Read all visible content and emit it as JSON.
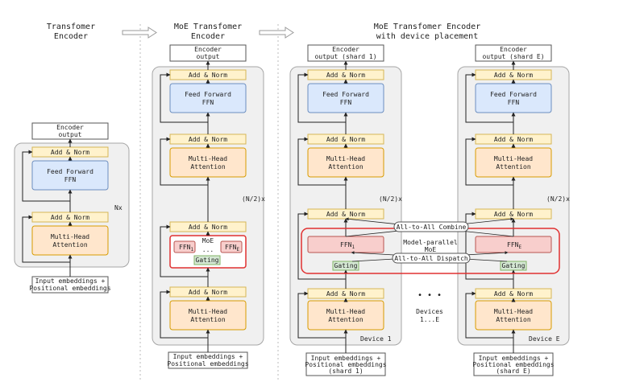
{
  "titles": {
    "col1": [
      "Transfomer",
      "Encoder"
    ],
    "col2": [
      "MoE Transfomer",
      "Encoder"
    ],
    "col3": [
      "MoE Transfomer Encoder",
      "with device placement"
    ]
  },
  "labels": {
    "encoder_output": [
      "Encoder",
      "output"
    ],
    "encoder_output_shard1": [
      "Encoder",
      "output (shard 1)"
    ],
    "encoder_output_shardE": [
      "Encoder",
      "output (shard E)"
    ],
    "add_norm": "Add & Norm",
    "feed_forward": [
      "Feed Forward",
      "FFN"
    ],
    "multi_head": [
      "Multi-Head",
      "Attention"
    ],
    "input_embeddings": [
      "Input embeddings +",
      "Positional embeddings"
    ],
    "input_embeddings_shard1": [
      "Input embeddings +",
      "Positional embeddings",
      "(shard 1)"
    ],
    "input_embeddings_shardE": [
      "Input embeddings +",
      "Positional embeddings",
      "(shard E)"
    ],
    "nx": "Nx",
    "n2x": "(N/2)x",
    "moe": "MoE",
    "ffn": "FFN",
    "ffn_sub1": "1",
    "ffn_subE": "E",
    "ellipsis_small": "...",
    "ellipsis": "• • •",
    "gating": "Gating",
    "model_parallel_moe": [
      "Model-parallel",
      "MoE"
    ],
    "all_to_all_combine": "All-to-All Combine",
    "all_to_all_dispatch": "All-to-All Dispatch",
    "devices": [
      "Devices",
      "1...E"
    ],
    "device1": "Device 1",
    "deviceE": "Device E"
  },
  "colors": {
    "yellow_fill": "#fff2cc",
    "yellow_stroke": "#d6b656",
    "blue_fill": "#dae8fc",
    "blue_stroke": "#6c8ebf",
    "orange_fill": "#ffe6cc",
    "orange_stroke": "#d79b00",
    "pink_fill": "#f8cecc",
    "pink_stroke": "#b85450",
    "green_fill": "#d5e8d4",
    "green_stroke": "#82b366",
    "red_border": "#e03030",
    "panel_fill": "#f0f0f0",
    "panel_stroke": "#a6a6a6"
  }
}
